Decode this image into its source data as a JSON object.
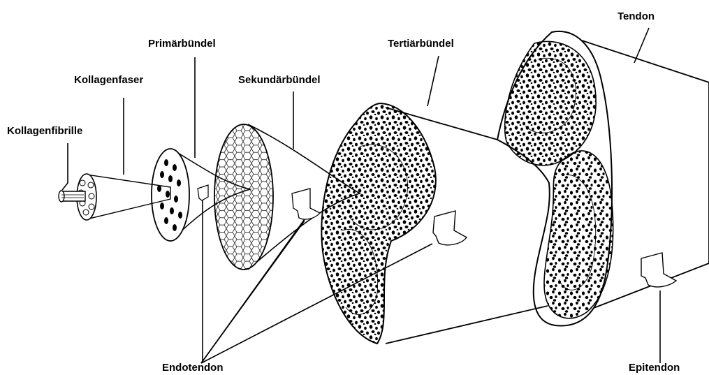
{
  "labels": {
    "kollagenfibrille": "Kollagenfibrille",
    "kollagenfaser": "Kollagenfaser",
    "primaerbuendel": "Primärbündel",
    "sekundaerbuendel": "Sekundärbündel",
    "tertiaerbuendel": "Tertiärbündel",
    "tendon": "Tendon",
    "endotendon": "Endotendon",
    "epitendon": "Epitendon"
  },
  "colors": {
    "ink": "#000000",
    "paper": "#ffffff"
  }
}
